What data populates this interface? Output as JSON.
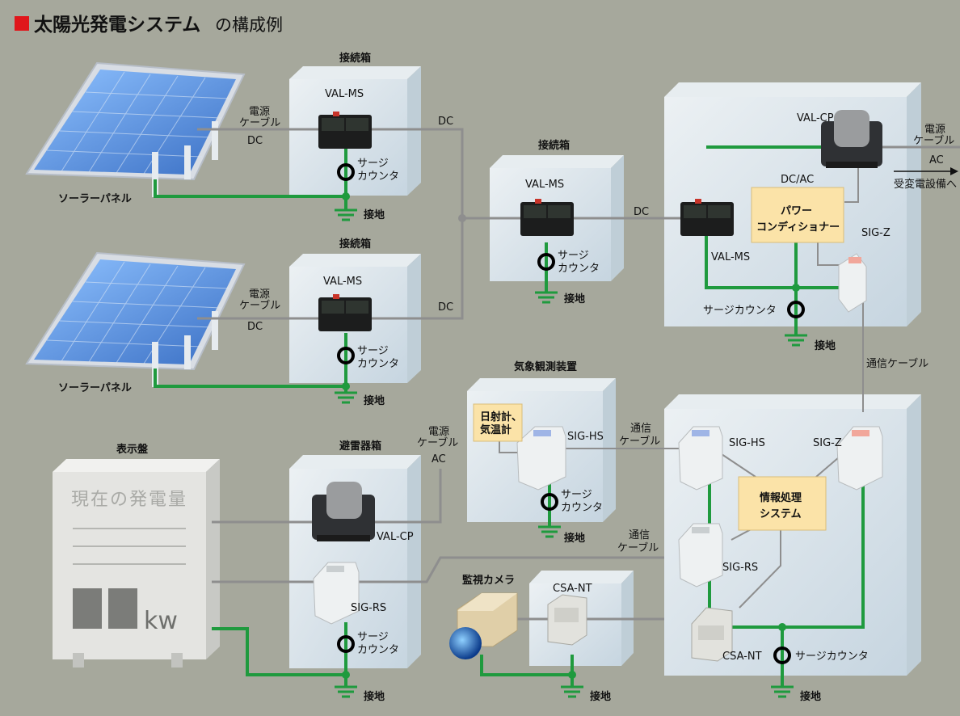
{
  "title": {
    "main": "太陽光発電システム",
    "suffix": "の構成例",
    "accent": "#e0161b"
  },
  "colors": {
    "ground": "#1f9a3e",
    "cable": "#8e8e8e",
    "box": "#dbe6ee",
    "unit": "#fbe3a8"
  },
  "solar_panels": [
    {
      "label": "ソーラーパネル"
    },
    {
      "label": "ソーラーパネル"
    }
  ],
  "junction_boxes": [
    {
      "title": "接続箱",
      "device": "VAL-MS",
      "counter": [
        "サージ",
        "カウンタ"
      ],
      "ground": "接地",
      "cable": [
        "電源",
        "ケーブル"
      ],
      "dc_in": "DC",
      "dc_out": "DC"
    },
    {
      "title": "接続箱",
      "device": "VAL-MS",
      "counter": [
        "サージ",
        "カウンタ"
      ],
      "ground": "接地",
      "cable": [
        "電源",
        "ケーブル"
      ],
      "dc_in": "DC",
      "dc_out": "DC"
    },
    {
      "title": "接続箱",
      "device": "VAL-MS",
      "counter": [
        "サージ",
        "カウンタ"
      ],
      "ground": "接地",
      "dc_out": "DC"
    }
  ],
  "power_conditioner_box": {
    "valcp": "VAL-CP",
    "cable": [
      "電源",
      "ケーブル"
    ],
    "ac": "AC",
    "to": "受変電設備へ",
    "dcac": "DC/AC",
    "unit": [
      "パワー",
      "コンディショナー"
    ],
    "valms": "VAL-MS",
    "sigz": "SIG-Z",
    "counter": "サージカウンタ",
    "ground": "接地",
    "comm": "通信ケーブル"
  },
  "weather": {
    "title": "気象観測装置",
    "unit": [
      "日射計、",
      "気温計"
    ],
    "sig": "SIG-HS",
    "counter": [
      "サージ",
      "カウンタ"
    ],
    "ground": "接地",
    "comm": [
      "通信",
      "ケーブル"
    ]
  },
  "display": {
    "title": "表示盤",
    "heading": "現在の発電量",
    "unit": "kw"
  },
  "arrester_box": {
    "title": "避雷器箱",
    "cable": [
      "電源",
      "ケーブル"
    ],
    "ac": "AC",
    "valcp": "VAL-CP",
    "sigrs": "SIG-RS",
    "counter": [
      "サージ",
      "カウンタ"
    ],
    "ground": "接地",
    "comm": [
      "通信",
      "ケーブル"
    ]
  },
  "camera": {
    "title": "監視カメラ",
    "device": "CSA-NT",
    "ground": "接地"
  },
  "info_box": {
    "sighs": "SIG-HS",
    "sigz": "SIG-Z",
    "unit": [
      "情報処理",
      "システム"
    ],
    "sigrs": "SIG-RS",
    "csant": "CSA-NT",
    "counter": "サージカウンタ",
    "ground": "接地"
  }
}
